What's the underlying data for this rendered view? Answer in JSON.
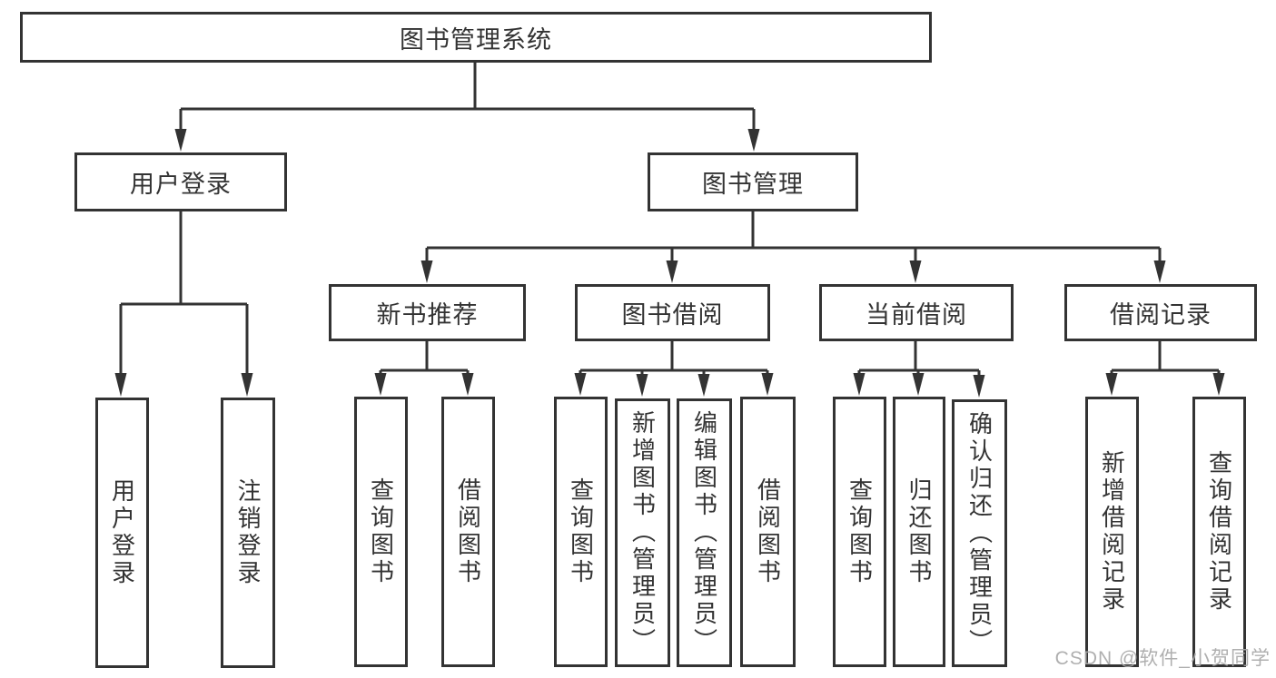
{
  "tree": {
    "root": "图书管理系统",
    "branches": [
      {
        "label": "用户登录",
        "children": [
          "用户登录",
          "注销登录"
        ]
      },
      {
        "label": "图书管理",
        "sections": [
          {
            "label": "新书推荐",
            "children": [
              "查询图书",
              "借阅图书"
            ]
          },
          {
            "label": "图书借阅",
            "children": [
              "查询图书",
              "新增图书（管理员）",
              "编辑图书（管理员）",
              "借阅图书"
            ]
          },
          {
            "label": "当前借阅",
            "children": [
              "查询图书",
              "归还图书",
              "确认归还（管理员）"
            ]
          },
          {
            "label": "借阅记录",
            "children": [
              "新增借阅记录",
              "查询借阅记录"
            ]
          }
        ]
      }
    ]
  },
  "watermark": "CSDN @软件_小贺同学",
  "colors": {
    "line": "#333333",
    "text": "#333333",
    "box_background": "#ffffff",
    "watermark": "#a9a9a9",
    "background": "#ffffff"
  }
}
